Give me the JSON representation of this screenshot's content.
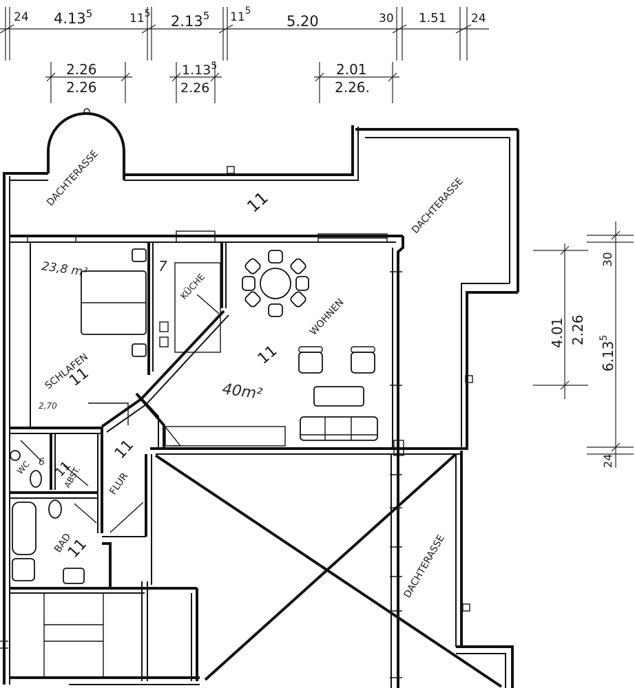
{
  "dimensions": {
    "top_row": [
      {
        "text": "24",
        "sup": ""
      },
      {
        "text": "4.13",
        "sup": "5"
      },
      {
        "text": "11",
        "sup": "5"
      },
      {
        "text": "2.13",
        "sup": "5"
      },
      {
        "text": "11",
        "sup": "5"
      },
      {
        "text": "5.20",
        "sup": ""
      },
      {
        "text": "30",
        "sup": ""
      },
      {
        "text": "1.51",
        "sup": ""
      },
      {
        "text": "24",
        "sup": ""
      }
    ],
    "openings": [
      {
        "top": "2.26",
        "bottom": "2.26",
        "sup": ""
      },
      {
        "top": "1.13",
        "bottom": "2.26",
        "sup": "5"
      },
      {
        "top": "2.01",
        "bottom": "2.26.",
        "sup": ""
      }
    ],
    "right": {
      "a": "30",
      "b": "4.01",
      "c": "2.26",
      "d": "6.13",
      "d_sup": "5",
      "e": "24"
    }
  },
  "rooms": {
    "dachterasse_left": "DACHTERASSE",
    "dachterasse_top_right": "DACHTERASSE",
    "dachterasse_lower_right": "DACHTERASSE",
    "terrace_num": "11",
    "schlafen": "SCHLAFEN",
    "schlafen_num": "11",
    "schlafen_area": "23,8 m²",
    "schlafen_height": "2,70",
    "kueche": "KÜCHE",
    "kueche_num": "7",
    "wohnen": "WOHNEN",
    "wohnen_num": "11",
    "wohnen_area": "40m²",
    "flur": "FLUR",
    "flur_num": "11",
    "wc": "WC",
    "wc_num": "6",
    "abst": "ABST.",
    "abst_num": "11",
    "bad": "BAD",
    "bad_num": "11"
  }
}
